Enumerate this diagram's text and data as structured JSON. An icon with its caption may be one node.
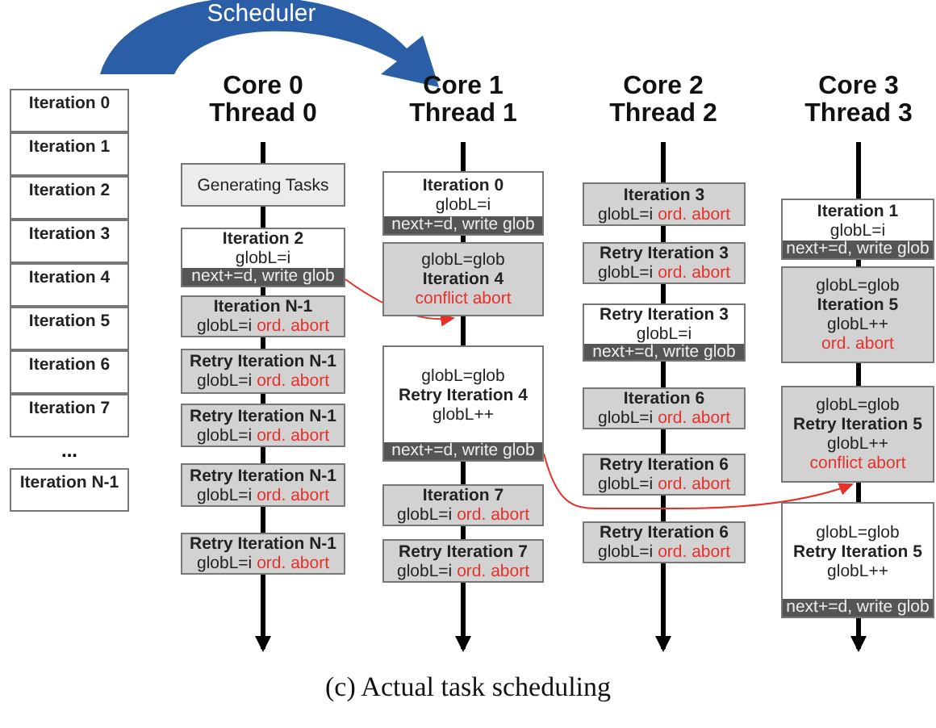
{
  "diagram": {
    "caption": "(c) Actual task scheduling",
    "nodes": [
      {
        "text": [
          "Iteration 0"
        ]
      },
      {
        "text": [
          "Iteration 1"
        ]
      },
      {
        "text": [
          "Iteration 2"
        ]
      },
      {
        "text": [
          "Iteration 3"
        ]
      },
      {
        "text": [
          "Iteration 4"
        ]
      },
      {
        "text": [
          "Iteration 5"
        ]
      },
      {
        "text": [
          "Iteration 6"
        ]
      },
      {
        "text": [
          "Iteration 7"
        ]
      },
      {
        "text": [
          "Iteration N-1"
        ]
      },
      {
        "text": [
          "Generating Tasks"
        ]
      },
      {
        "text": [
          "Iteration 2",
          "globL=i",
          "next+=d, write glob"
        ]
      },
      {
        "text": [
          "Iteration N-1",
          "globL=i",
          "ord. abort"
        ]
      },
      {
        "text": [
          "Retry Iteration N-1",
          "globL=i",
          "ord. abort"
        ]
      },
      {
        "text": [
          "Retry Iteration N-1",
          "globL=i",
          "ord. abort"
        ]
      },
      {
        "text": [
          "Retry Iteration N-1",
          "globL=i",
          "ord. abort"
        ]
      },
      {
        "text": [
          "Retry Iteration N-1",
          "globL=i",
          "ord. abort"
        ]
      },
      {
        "text": [
          "Iteration 0",
          "globL=i",
          "next+=d, write glob"
        ]
      },
      {
        "text": [
          "globL=glob",
          "Iteration 4",
          "conflict abort"
        ]
      },
      {
        "text": [
          "globL=glob",
          "Retry Iteration 4",
          "globL++",
          "next+=d, write glob"
        ]
      },
      {
        "text": [
          "Iteration 7",
          "globL=i",
          "ord. abort"
        ]
      },
      {
        "text": [
          "Retry Iteration 7",
          "globL=i",
          "ord. abort"
        ]
      },
      {
        "text": [
          "Iteration 3",
          "globL=i",
          "ord. abort"
        ]
      },
      {
        "text": [
          "Retry Iteration 3",
          "globL=i",
          "ord. abort"
        ]
      },
      {
        "text": [
          "Retry Iteration 3",
          "globL=i",
          "next+=d, write glob"
        ]
      },
      {
        "text": [
          "Iteration 6",
          "globL=i",
          "ord. abort"
        ]
      },
      {
        "text": [
          "Retry Iteration 6",
          "globL=i",
          "ord. abort"
        ]
      },
      {
        "text": [
          "Retry Iteration 6",
          "globL=i",
          "ord. abort"
        ]
      },
      {
        "text": [
          "Iteration 1",
          "globL=i",
          "next+=d, write glob"
        ]
      },
      {
        "text": [
          "globL=glob",
          "Iteration 5",
          "globL++",
          "ord. abort"
        ]
      },
      {
        "text": [
          "globL=glob",
          "Retry Iteration 5",
          "globL++",
          "conflict abort"
        ]
      },
      {
        "text": [
          "globL=glob",
          "Retry Iteration 5",
          "globL++",
          "next+=d, write glob"
        ]
      }
    ],
    "edges": [
      {
        "from": 10,
        "to": 17,
        "arrow": "to"
      },
      {
        "from": 18,
        "to": 29,
        "arrow": "to"
      }
    ],
    "labels": [
      "Scheduler",
      "Core 0 Thread 0",
      "Core 1 Thread 1",
      "Core 2 Thread 2",
      "Core 3 Thread 3",
      "..."
    ]
  }
}
